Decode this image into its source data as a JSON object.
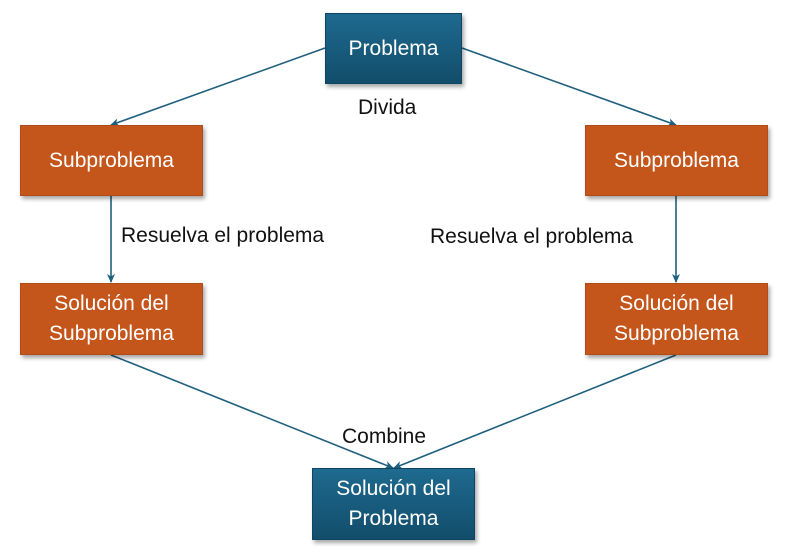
{
  "colors": {
    "blue": "#17597a",
    "orange": "#c4561c",
    "arrow": "#1f5f7f"
  },
  "nodes": {
    "root": "Problema",
    "sub_left": "Subproblema",
    "sub_right": "Subproblema",
    "sol_left": "Solución del\nSubproblema",
    "sol_right": "Solución del\nSubproblema",
    "final": "Solución del\nProblema"
  },
  "labels": {
    "divide": "Divida",
    "solve_left": "Resuelva el problema",
    "solve_right": "Resuelva el problema",
    "combine": "Combine"
  }
}
